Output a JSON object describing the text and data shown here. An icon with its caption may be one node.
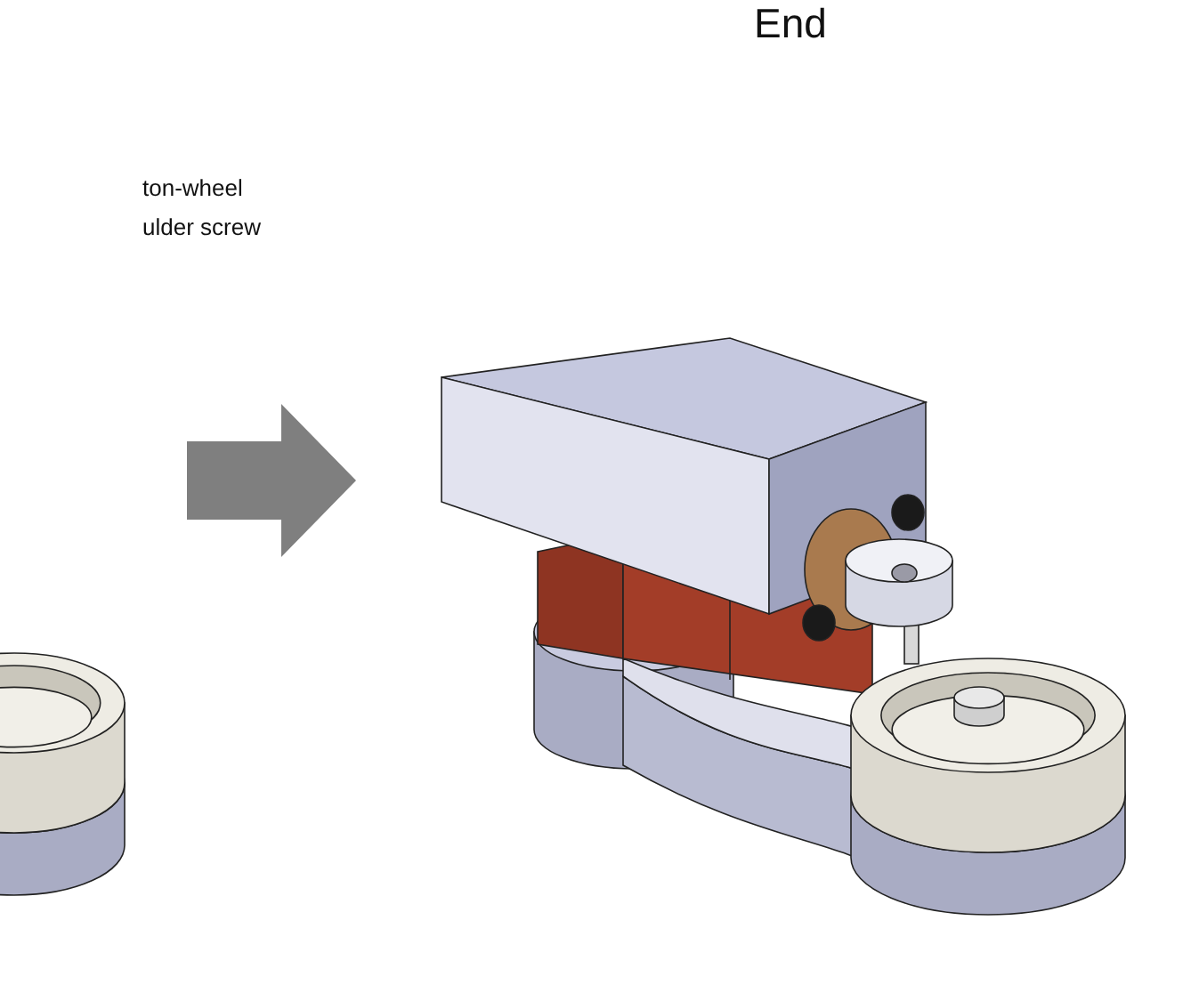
{
  "diagram": {
    "nodes": [
      {
        "text": [],
        "shape": "picture"
      },
      {
        "text": [],
        "shape": "picture"
      }
    ],
    "edges": [
      {
        "from": 0,
        "to": 1,
        "arrow": "to"
      }
    ],
    "labels": [
      "End",
      "ton-wheel ulder screw"
    ]
  }
}
